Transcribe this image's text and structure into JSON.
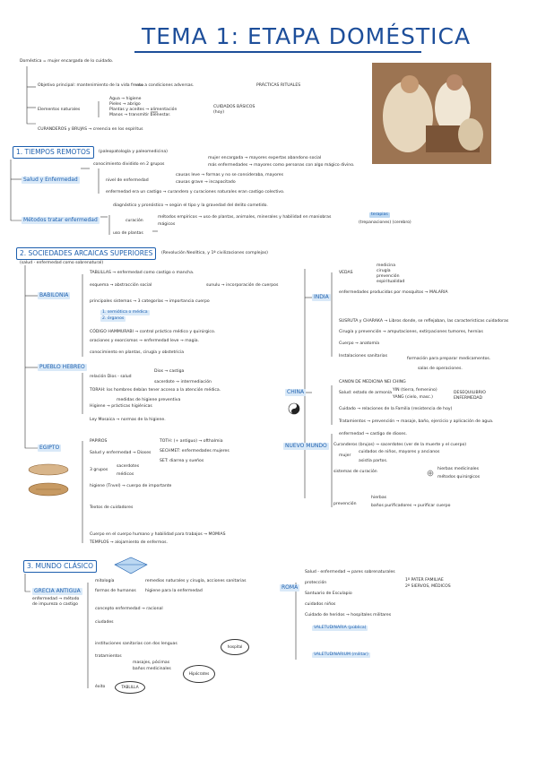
{
  "title": "TEMA 1: ETAPA DOMÉSTICA",
  "intro": {
    "definition": "Doméstica = mujer encargada de lo cuidado.",
    "objetivo": "Objetivo principal: mantenimiento de la vida frente a condiciones adversas.",
    "practicas": "PRÁCTICAS RITUALES",
    "elementos": "Elementos naturales",
    "el_items": [
      "Agua → higiene",
      "Pieles → abrigo",
      "Plantas y aceites → alimentación",
      "Manos → transmitir bienestar."
    ],
    "cuidados": "CUIDADOS BÁSICOS (hoy)",
    "curanderos": "CURANDEROS y BRUJAS → creencia en los espíritus"
  },
  "s1": {
    "heading": "1. TIEMPOS REMOTOS",
    "subtitle": "(paleopatología y paleomedicina)",
    "salud": "Salud y Enfermedad",
    "lines": [
      "conocimiento dividido en 2 grupos",
      "mujer encargada → mayores expertas abandono social",
      "más enfermedades → mayores como personas con algo mágico divino.",
      "nivel de enfermedad",
      "causas leve → formas y no se consideraba, mayores",
      "causas grave → incapacitado",
      "enfermedad era un castigo → curandero y curaciones naturales eran castigo colectivo."
    ],
    "metodos": "Métodos tratar enfermedad",
    "m_lines": [
      "diagnóstico y pronóstico → según el tipo y la gravedad del delito cometido.",
      "curación",
      "métodos empíricos → uso de plantas, animales, minerales y habilidad en maniobras",
      "mágicos",
      "(trepanaciones) (cerebro)",
      "uso de plantas"
    ],
    "hl_text": "terapias"
  },
  "s2": {
    "heading": "2. SOCIEDADES ARCAICAS SUPERIORES",
    "subtitle": "(Revolución Neolítica, y 1ª civilizaciones complejas)",
    "sub2": "(salud - enfermedad como sobrenatural)",
    "babilonia": "BABILONIA",
    "bab_lines": [
      "TABLILLAS → enfermedad como castigo o mancha.",
      "esquema → abstracción social",
      "sunulu → incorporación de cuerpos",
      "principales sistemas → 3 categorías → importancia cuerpo",
      "1. semiótica o médica",
      "2. órganos",
      "CÓDIGO HAMMURABI → control práctico médico y quirúrgico.",
      "oraciones y exorcismos → enfermedad leve → magia.",
      "conocimiento en plantas, cirugía y obstetricia"
    ],
    "hebreo": "PUEBLO HEBREO",
    "heb_lines": [
      "relación Dios - salud",
      "Dios → castiga",
      "sacerdote → intermediación",
      "TORAH: los hombres debían tener acceso a la atención médica.",
      "medidas de higiene preventiva",
      "Higiene → prácticas higiénicas",
      "Ley Mosaica → normas de la higiene."
    ],
    "egipto": "EGIPTO",
    "eg_lines": [
      "PAPIROS",
      "Salud y enfermedad → Dioses",
      "TOTH: (+ antiguo) → ofthalmia",
      "SECHMET: enfermedades mujeres",
      "SET: diarrea y sueños",
      "3 grupos",
      "sacerdotes",
      "médicos",
      "higiene (Tnvel) → cuerpo de importante",
      "Textos de cuidadores",
      "Cuerpo en el cuerpo humano y habilidad para trabajos → MOMIAS",
      "TEMPLOS → alojamiento de enfermos."
    ],
    "india": "INDIA",
    "india_lines": [
      "VEDAS",
      "medicina",
      "cirugía",
      "prevención",
      "espiritualidad",
      "enfermedades producidas por mosquitos → MALARIA",
      "SUSRUTA y CHARAKA → Libros donde, se reflejaban, las características cuidadoras",
      "Cirugía y prevención → amputaciones, extirpaciones tumores, hernias",
      "Cuerpo → anatomía",
      "Instalaciones sanitarias",
      "formación para preparar medicamentos.",
      "salas de operaciones."
    ],
    "china": "CHINA",
    "china_lines": [
      "CANON DE MEDICINA NEI CHING",
      "Salud: estado de armonía",
      "YIN (tierra, femenino)",
      "YANG (cielo, masc.)",
      "DESEQUILIBRIO ENFERMEDAD",
      "Cuidado → relaciones de la Familia (resistencia de hoy)",
      "Tratamientos → prevención → masaje, baño, ejercicio y aplicación de agua."
    ],
    "nuevo": "NUEVO MUNDO",
    "nuevo_lines": [
      "enfermedad → castigo de dioses.",
      "Curanderos (brujos) → sacerdotes (ver de la muerte y el cuerpo)",
      "mujer",
      "cuidados de niños, mayores y ancianos",
      "asistía partos.",
      "sistemas de curación",
      "hierbas medicinales",
      "métodos quirúrgicos",
      "prevención",
      "hierbas",
      "baños purificadores → purificar cuerpo"
    ]
  },
  "s3": {
    "heading": "3. MUNDO CLÁSICO",
    "grecia": "GRECIA ANTIGUA",
    "grecia_sub": "enfermedad → método de impureza o castigo",
    "g_lines": [
      "mitología",
      "remedios naturales y cirugía, acciones sanitarias",
      "formas de humanos",
      "higiene para la enfermedad",
      "concepto enfermedad → racional",
      "ciudades",
      "instituciones sanitarias con dos lenguas",
      "tratamientos",
      "masajes, pócimas",
      "baños medicinales",
      "éxito"
    ],
    "oval1": "hospital",
    "oval2": "Hipócrates",
    "oval3": "TABLILLA",
    "roma": "ROMA",
    "roma_lines": [
      "Salud - enfermedad → pares sobrenaturales",
      "protección",
      "Santuario de Esculapio",
      "cuidados niños",
      "1º PATER FAMILIAE",
      "2º SIERVOS, MÉDICOS",
      "Cuidado de heridos → hospitales militares",
      "VALETUDINARIA (pública)",
      "VALETUDINARIUM (militar)"
    ]
  }
}
